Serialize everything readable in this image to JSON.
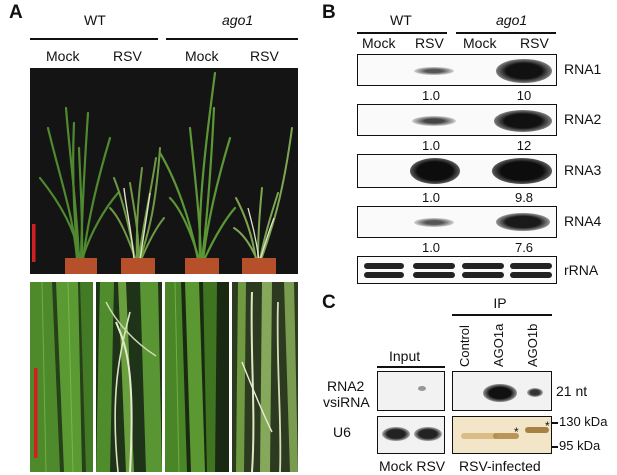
{
  "panel_a": {
    "letter": "A",
    "genotypes": [
      "WT",
      "ago1"
    ],
    "treatments": [
      "Mock",
      "RSV",
      "Mock",
      "RSV"
    ]
  },
  "panel_b": {
    "letter": "B",
    "genotypes": [
      "WT",
      "ago1"
    ],
    "treatments": [
      "Mock",
      "RSV",
      "Mock",
      "RSV"
    ],
    "blots": [
      {
        "label": "RNA1",
        "wt_rsv": "1.0",
        "ago1_rsv": "10"
      },
      {
        "label": "RNA2",
        "wt_rsv": "1.0",
        "ago1_rsv": "12"
      },
      {
        "label": "RNA3",
        "wt_rsv": "1.0",
        "ago1_rsv": "9.8"
      },
      {
        "label": "RNA4",
        "wt_rsv": "1.0",
        "ago1_rsv": "7.6"
      }
    ],
    "loading_label": "rRNA"
  },
  "panel_c": {
    "letter": "C",
    "ip_label": "IP",
    "input_label": "Input",
    "ip_lanes": [
      "Control",
      "AGO1a",
      "AGO1b"
    ],
    "row1_label_line1": "RNA2",
    "row1_label_line2": "vsiRNA",
    "row2_label": "U6",
    "marker_21nt": "21 nt",
    "marker_130": "130 kDa",
    "marker_95": "95 kDa",
    "star": "*",
    "bottom_input": "Mock RSV",
    "bottom_ip": "RSV-infected"
  },
  "colors": {
    "plant_green": "#4f8a2e",
    "pot": "#b5502a",
    "scale_bar": "#d21f1f",
    "photo_bg": "#141414",
    "coomassie_bg": "#f3e6c8"
  }
}
